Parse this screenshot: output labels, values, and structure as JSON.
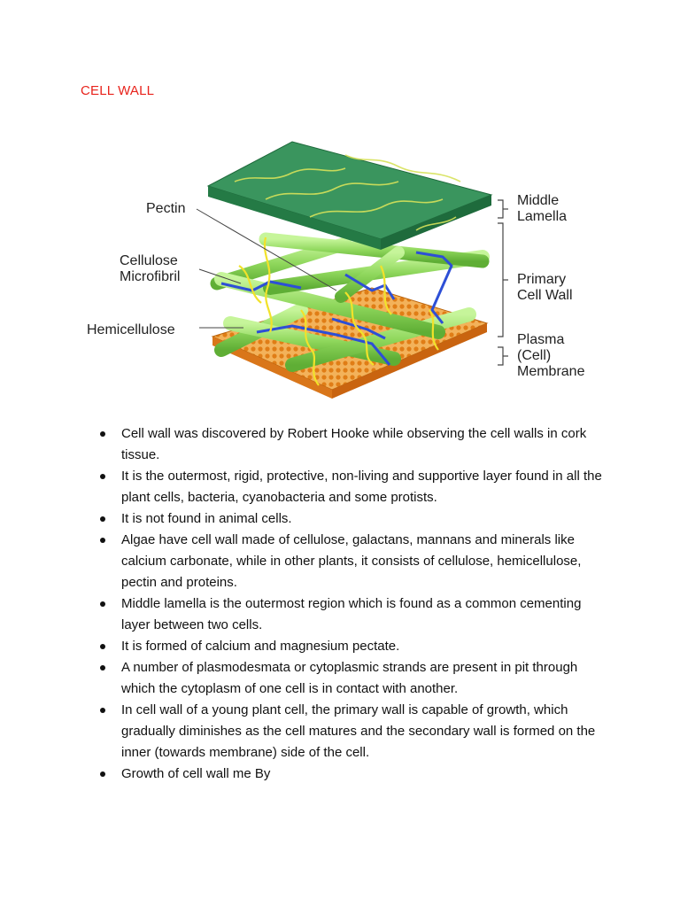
{
  "title": "CELL WALL",
  "colors": {
    "title": "#e8231c",
    "lamella_green": "#3a9a5a",
    "microfibril_green": "#9de06a",
    "pectin_yellow": "#f2e22a",
    "hemicellulose_blue": "#2d4fd6",
    "membrane_orange": "#e48a1e"
  },
  "diagram": {
    "labels": {
      "pectin": "Pectin",
      "cellulose_line1": "Cellulose",
      "cellulose_line2": "Microfibril",
      "hemicellulose": "Hemicellulose",
      "middle_line1": "Middle",
      "middle_line2": "Lamella",
      "primary_line1": "Primary",
      "primary_line2": "Cell Wall",
      "plasma_line1": "Plasma",
      "plasma_line2": "(Cell)",
      "plasma_line3": "Membrane"
    }
  },
  "bullets": [
    "Cell wall was discovered by Robert Hooke while observing the cell walls in cork tissue.",
    "It is the outermost, rigid, protective, non-living and supportive layer found in all the plant cells, bacteria, cyanobacteria and some protists.",
    "It is not found in animal cells.",
    "Algae have cell wall made of cellulose, galactans, mannans and minerals like calcium carbonate, while in other plants, it consists of cellulose, hemicellulose, pectin and proteins.",
    "Middle lamella is the outermost region which is found as a common cementing layer between two cells.",
    "It is formed of calcium and magnesium pectate.",
    "A number of plasmodesmata or cytoplasmic strands are present in pit through which the cytoplasm of one cell is in contact with another.",
    "In cell wall of a young plant cell, the primary wall is capable of growth, which gradually diminishes as the cell matures and the secondary wall is formed on the inner (towards membrane) side of the cell.",
    "Growth of cell wall me By"
  ]
}
